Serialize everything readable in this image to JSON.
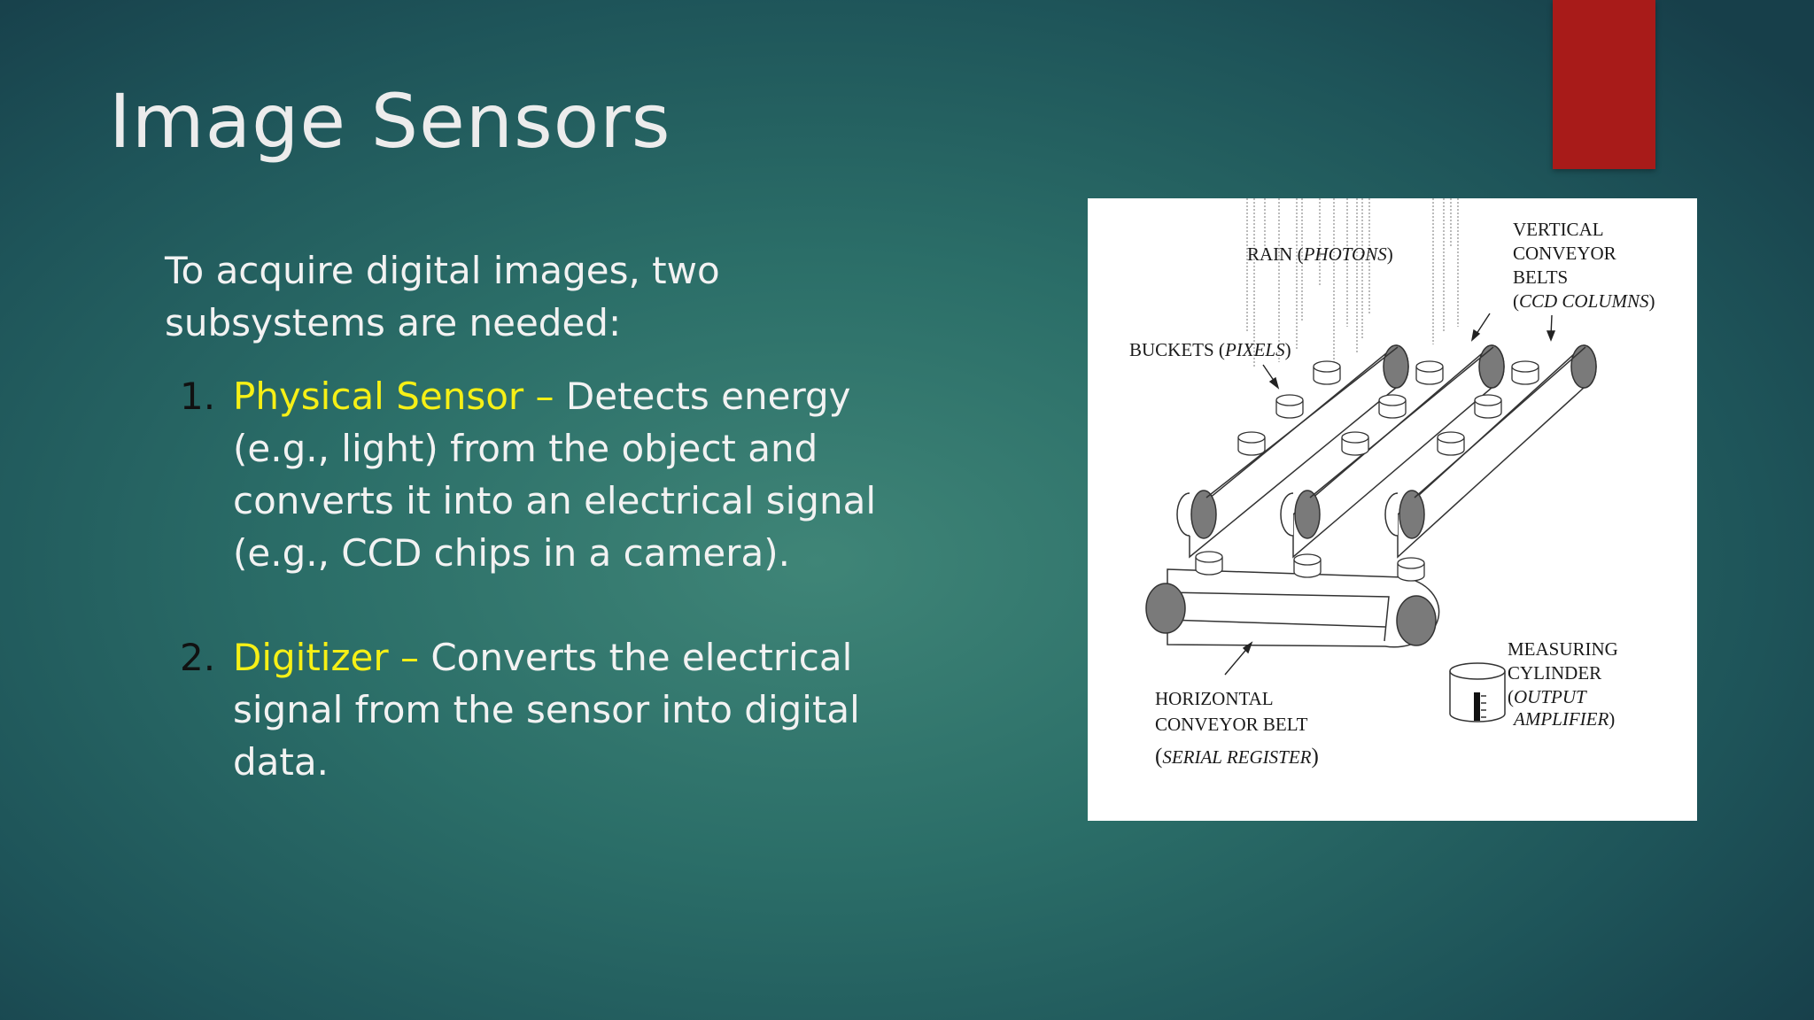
{
  "slide": {
    "title": "Image Sensors",
    "intro": "To acquire digital images, two subsystems are needed:",
    "items": [
      {
        "number": "1.",
        "term": "Physical Sensor –",
        "text": " Detects energy (e.g., light) from the object and converts it into an electrical signal (e.g., CCD chips in a camera)."
      },
      {
        "number": "2.",
        "term": "Digitizer –",
        "text": " Converts the electrical signal from the sensor into digital data."
      }
    ]
  },
  "colors": {
    "accent_bar": "#a81b19",
    "term_highlight": "#f6f016",
    "background": "#2b6e68"
  },
  "figure": {
    "labels": {
      "rain": "RAIN (",
      "rain_em": "PHOTONS",
      "rain_end": ")",
      "vertical_1": "VERTICAL",
      "vertical_2": "CONVEYOR",
      "vertical_3": "BELTS",
      "vertical_4_open": "(",
      "vertical_4_em": "CCD COLUMNS",
      "vertical_4_close": ")",
      "buckets": "BUCKETS (",
      "buckets_em": "PIXELS",
      "buckets_end": ")",
      "measuring_1": "MEASURING",
      "measuring_2": "CYLINDER",
      "measuring_3_open": "(",
      "measuring_3_em": "OUTPUT",
      "measuring_4_em": "AMPLIFIER",
      "measuring_4_close": ")",
      "horizontal_1": "HORIZONTAL",
      "horizontal_2": "CONVEYOR BELT",
      "horizontal_3_open": "(",
      "horizontal_3_em": "SERIAL REGISTER",
      "horizontal_3_close": ")"
    }
  }
}
